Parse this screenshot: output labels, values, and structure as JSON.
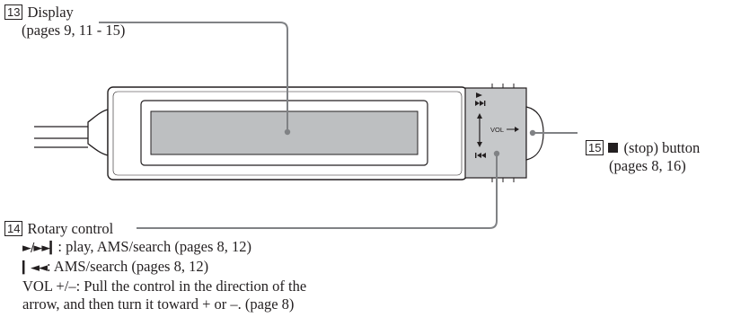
{
  "callouts": {
    "display": {
      "number": "13",
      "title": "Display",
      "pages": "(pages 9, 11 - 15)"
    },
    "stop_button": {
      "number": "15",
      "title": "(stop) button",
      "pages": "(pages 8, 16)"
    },
    "rotary_control": {
      "number": "14",
      "title": "Rotary control",
      "line_play": ": play,  AMS/search (pages 8, 12)",
      "line_back": ": AMS/search (pages 8, 12)",
      "line_vol_1": "VOL +/–: Pull the control in the direction of the",
      "line_vol_2": "arrow, and then turn it toward + or –. (page 8)"
    }
  },
  "device": {
    "vol_label": "VOL"
  },
  "colors": {
    "ink": "#231f20",
    "body_fill": "#ffffff",
    "display_fill": "#bdbfc1",
    "control_fill": "#c6c8ca",
    "leader": "#808285"
  }
}
